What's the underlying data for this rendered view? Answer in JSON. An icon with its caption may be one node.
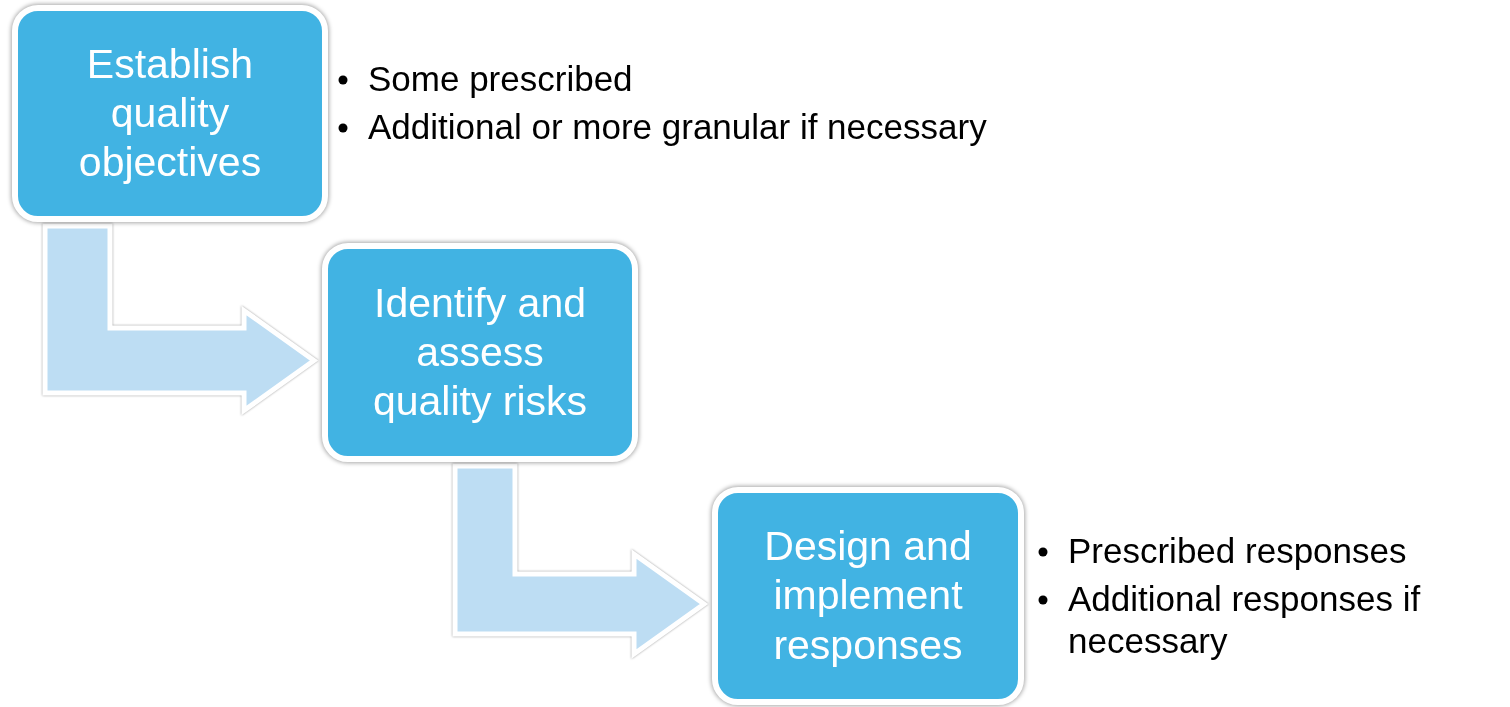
{
  "diagram": {
    "nodes": [
      {
        "text": [
          "Establish quality objectives"
        ],
        "beside": [
          "Some prescribed",
          "Additional or more granular if necessary"
        ]
      },
      {
        "text": [
          "Identify and assess quality risks"
        ]
      },
      {
        "text": [
          "Design and implement responses"
        ],
        "beside": [
          "Prescribed responses",
          "Additional responses if necessary"
        ]
      }
    ],
    "edges": [
      {
        "from": 0,
        "to": 1,
        "arrow": "to"
      },
      {
        "from": 1,
        "to": 2,
        "arrow": "to"
      }
    ]
  }
}
